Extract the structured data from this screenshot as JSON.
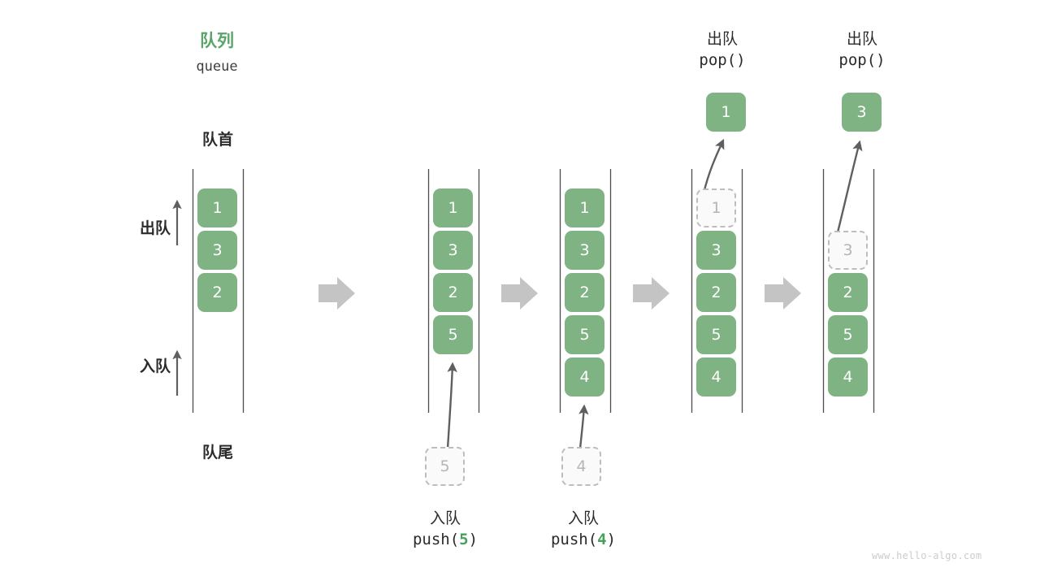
{
  "header": {
    "title_cn": "队列",
    "title_en": "queue",
    "front_label": "队首",
    "rear_label": "队尾"
  },
  "side_labels": {
    "dequeue_cn": "出队",
    "enqueue_cn": "入队"
  },
  "watermark": "www.hello-algo.com",
  "colors": {
    "accent_green": "#5aa469",
    "cell_green": "#80b383",
    "cell_text": "#ffffff",
    "ghost_fill": "#fafafa",
    "ghost_border": "#bdbdbd",
    "ghost_text": "#b5b5b5",
    "rail": "#4d4d4d",
    "arrow_gray": "#5f5f5f",
    "step_arrow": "#c4c4c4",
    "text_dark": "#2b2b2b",
    "watermark": "#cccccc"
  },
  "step_arrow_icon": "right-block-arrow",
  "columns": [
    {
      "id": "col1",
      "cells": [
        "1",
        "3",
        "2"
      ],
      "ghost_index": null,
      "popped_value": null,
      "pushed_value": null,
      "op_cn": null,
      "op_code": null,
      "op_prefix": null,
      "op_arg": null,
      "op_suffix": null
    },
    {
      "id": "col2",
      "cells": [
        "1",
        "3",
        "2",
        "5"
      ],
      "ghost_index": null,
      "popped_value": null,
      "pushed_value": "5",
      "op_cn": "入队",
      "op_code": "push(5)",
      "op_prefix": "push(",
      "op_arg": "5",
      "op_suffix": ")"
    },
    {
      "id": "col3",
      "cells": [
        "1",
        "3",
        "2",
        "5",
        "4"
      ],
      "ghost_index": null,
      "popped_value": null,
      "pushed_value": "4",
      "op_cn": "入队",
      "op_code": "push(4)",
      "op_prefix": "push(",
      "op_arg": "4",
      "op_suffix": ")"
    },
    {
      "id": "col4",
      "cells": [
        "1",
        "3",
        "2",
        "5",
        "4"
      ],
      "ghost_index": 0,
      "popped_value": "1",
      "pushed_value": null,
      "op_cn": "出队",
      "op_code": "pop()",
      "op_prefix": "pop(",
      "op_arg": "",
      "op_suffix": ")"
    },
    {
      "id": "col5",
      "cells": [
        "3",
        "2",
        "5",
        "4"
      ],
      "ghost_index": 0,
      "popped_value": "3",
      "pushed_value": null,
      "op_cn": "出队",
      "op_code": "pop()",
      "op_prefix": "pop(",
      "op_arg": "",
      "op_suffix": ")"
    }
  ],
  "chart_data": {
    "type": "diagram",
    "title": "队列 queue — push / pop sequence",
    "states": [
      {
        "step": 1,
        "contents": [
          "1",
          "3",
          "2"
        ],
        "operation": null
      },
      {
        "step": 2,
        "contents": [
          "1",
          "3",
          "2",
          "5"
        ],
        "operation": "push(5)"
      },
      {
        "step": 3,
        "contents": [
          "1",
          "3",
          "2",
          "5",
          "4"
        ],
        "operation": "push(4)"
      },
      {
        "step": 4,
        "contents": [
          "3",
          "2",
          "5",
          "4"
        ],
        "operation": "pop()",
        "returned": "1"
      },
      {
        "step": 5,
        "contents": [
          "2",
          "5",
          "4"
        ],
        "operation": "pop()",
        "returned": "3"
      }
    ]
  }
}
